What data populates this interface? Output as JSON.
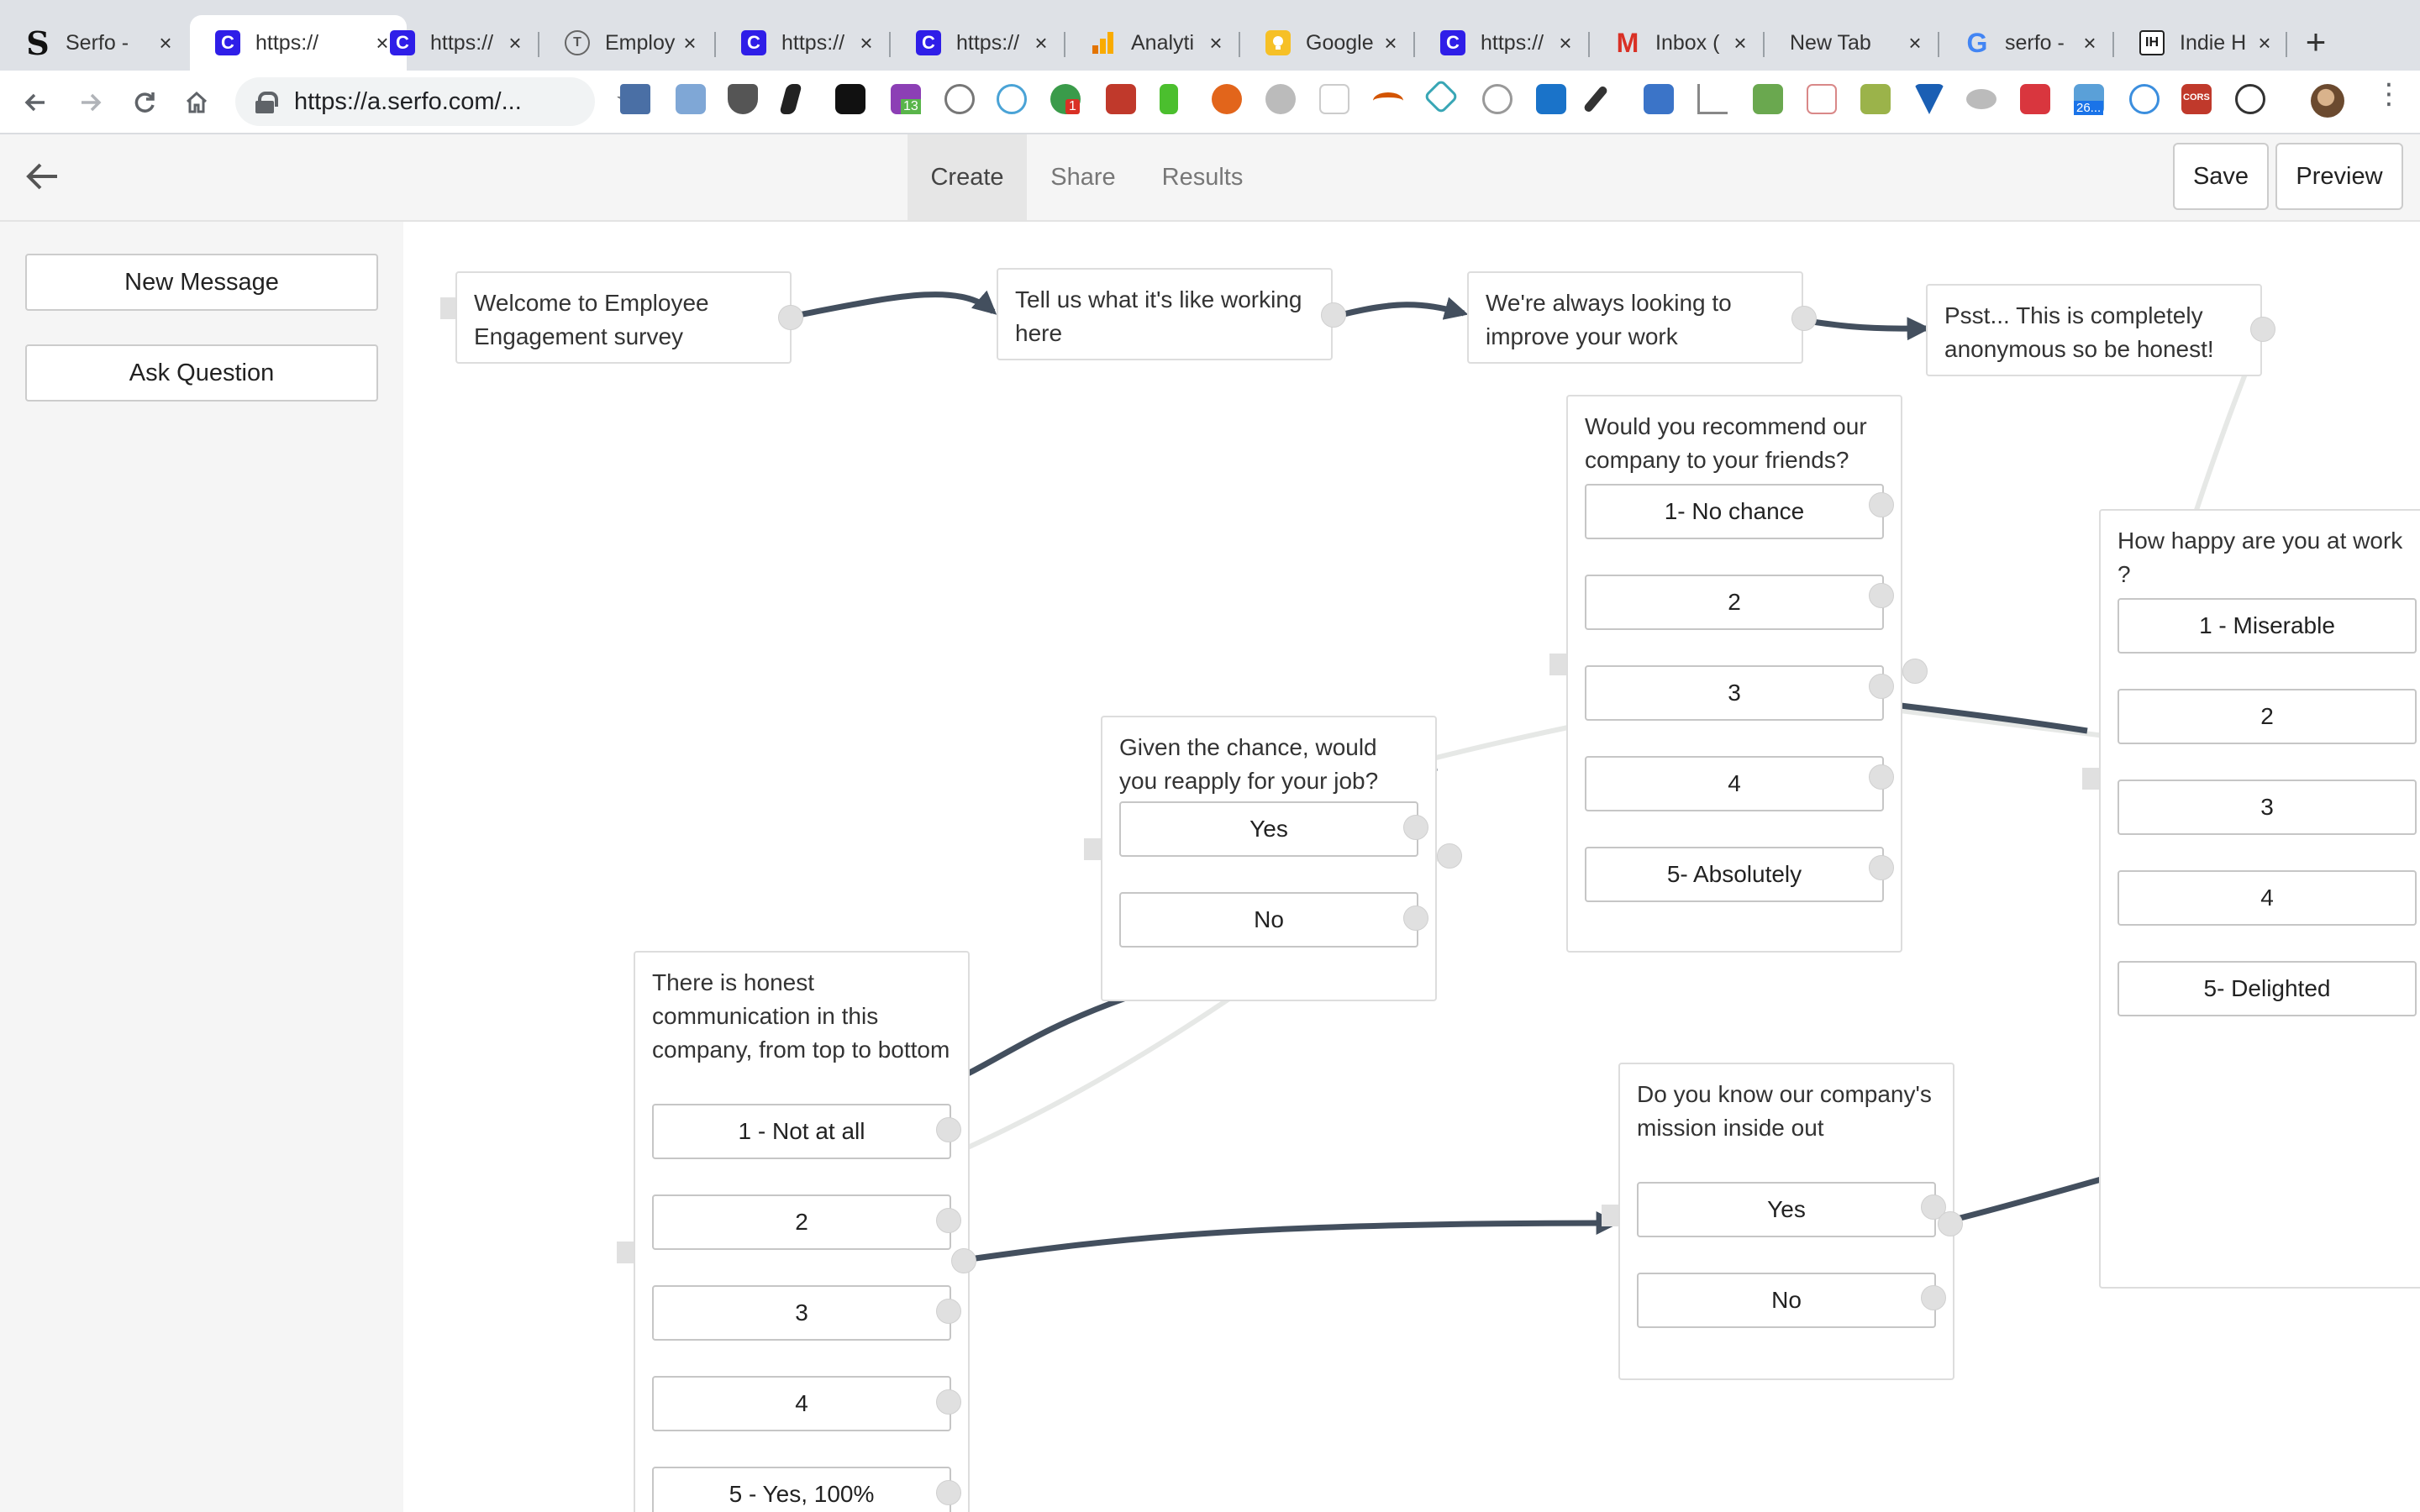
{
  "browser": {
    "tabs": [
      {
        "title": "Serfo -",
        "icon": "serfo-s-icon"
      },
      {
        "title": "https://",
        "icon": "c-app-icon"
      },
      {
        "title": "https://",
        "icon": "c-app-icon"
      },
      {
        "title": "Employ",
        "icon": "t-circle-icon"
      },
      {
        "title": "https://",
        "icon": "c-app-icon"
      },
      {
        "title": "https://",
        "icon": "c-app-icon"
      },
      {
        "title": "Analyti",
        "icon": "analytics-bars-icon"
      },
      {
        "title": "Google",
        "icon": "lightbulb-icon"
      },
      {
        "title": "https://",
        "icon": "c-app-icon"
      },
      {
        "title": "Inbox (",
        "icon": "gmail-icon"
      },
      {
        "title": "New Tab",
        "icon": ""
      },
      {
        "title": "serfo -",
        "icon": "google-g-icon"
      },
      {
        "title": "Indie H",
        "icon": "indie-hackers-icon"
      }
    ],
    "new_tab_glyph": "+",
    "url": "https://a.serfo.com/...",
    "extension_badges": {
      "calendar": "13",
      "blue": "26...",
      "green": "1",
      "cors": "CORS"
    }
  },
  "app": {
    "tabs": [
      {
        "label": "Create",
        "active": true
      },
      {
        "label": "Share",
        "active": false
      },
      {
        "label": "Results",
        "active": false
      }
    ],
    "save_label": "Save",
    "preview_label": "Preview",
    "sidebar": {
      "new_message": "New Message",
      "ask_question": "Ask Question"
    }
  },
  "canvas": {
    "messages": [
      "Welcome to Employee Engagement survey",
      "Tell us what it's like working here",
      "We're always looking to improve your work",
      "Psst... This is completely anonymous so be honest!"
    ],
    "questions": [
      {
        "text": "Would you recommend our company to your friends?",
        "choices": [
          "1- No chance",
          "2",
          "3",
          "4",
          "5- Absolutely"
        ]
      },
      {
        "text": "How happy are you at work ?",
        "choices": [
          "1 - Miserable",
          "2",
          "3",
          "4",
          "5- Delighted"
        ]
      },
      {
        "text": "Given the chance, would you reapply for your job?",
        "choices": [
          "Yes",
          "No"
        ]
      },
      {
        "text": "There is honest communication in this company, from top to bottom",
        "choices": [
          "1 - Not at all",
          "2",
          "3",
          "4",
          "5 - Yes, 100%"
        ]
      },
      {
        "text": "Do you know our company's mission inside out",
        "choices": [
          "Yes",
          "No"
        ]
      }
    ]
  },
  "colors": {
    "wire": "#434f5e",
    "wire_faint": "#e6e8e6",
    "accent_tab_bg": "#e6e6e6"
  }
}
